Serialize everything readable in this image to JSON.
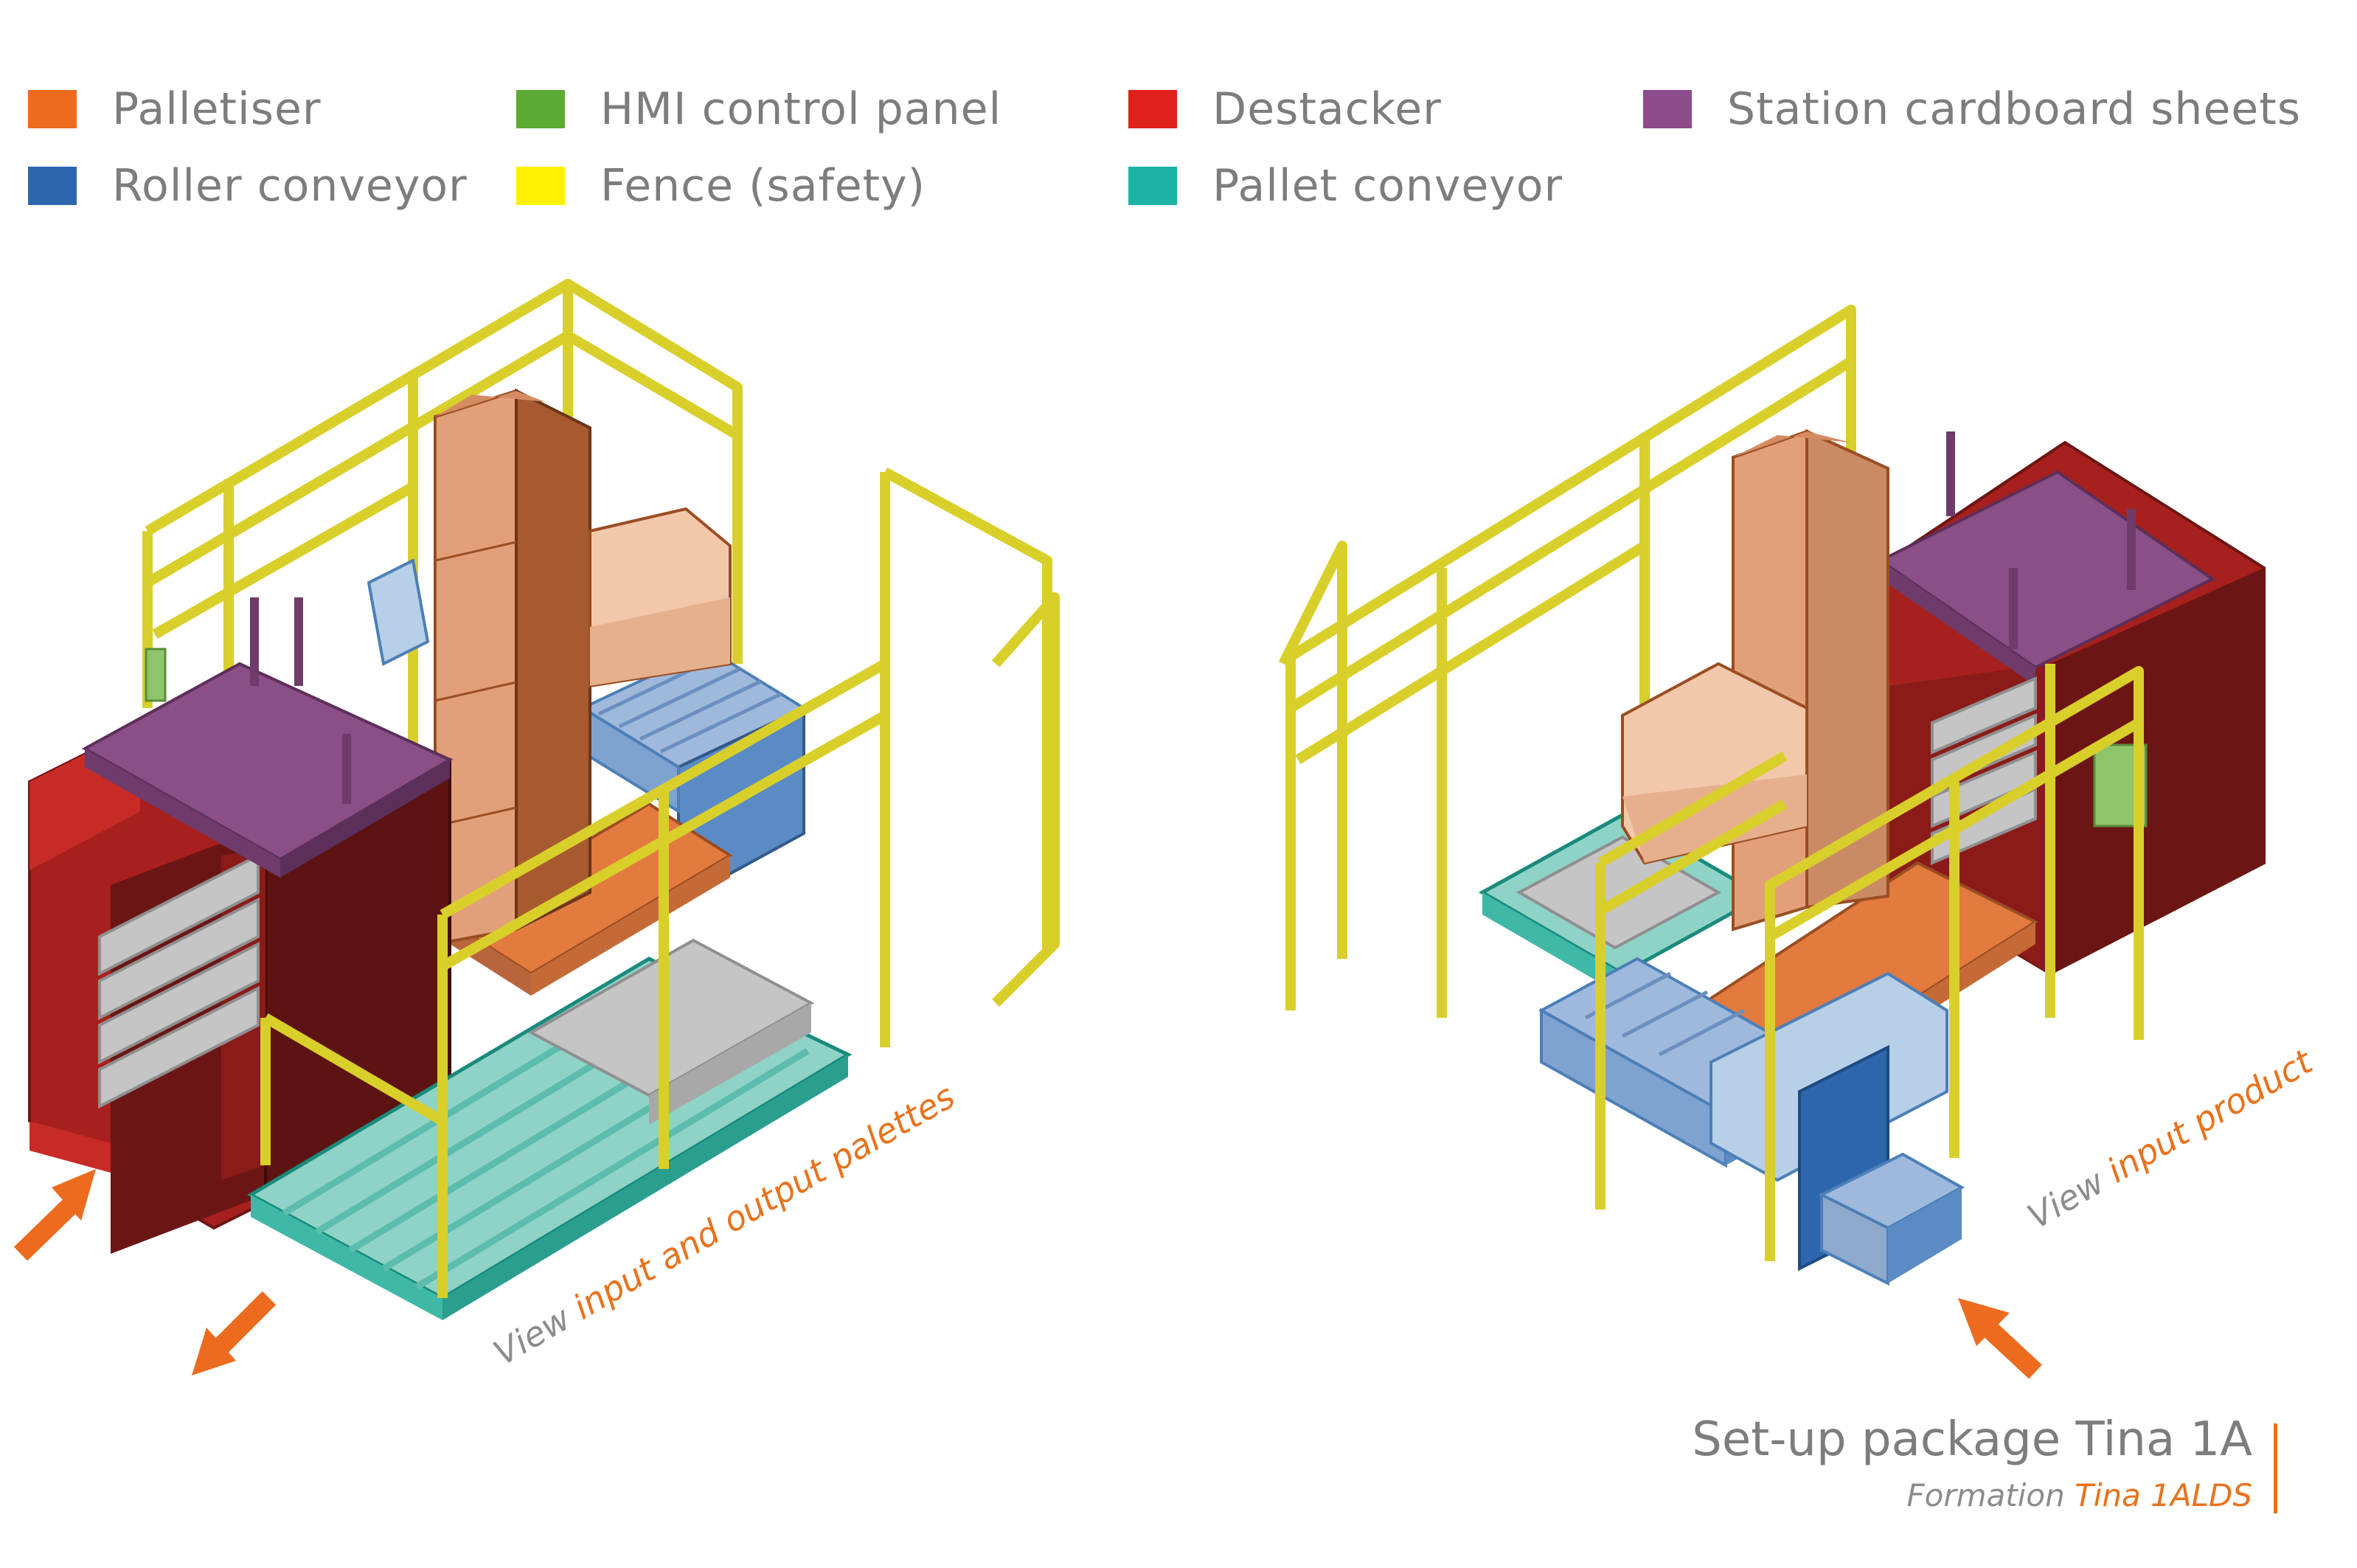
{
  "legend": {
    "items": [
      {
        "label": "Palletiser",
        "color": "#ec6b1e"
      },
      {
        "label": "Roller conveyor",
        "color": "#2e66ae"
      },
      {
        "label": "HMI control panel",
        "color": "#5cab35"
      },
      {
        "label": "Fence (safety)",
        "color": "#fff200"
      },
      {
        "label": "Destacker",
        "color": "#e0201b"
      },
      {
        "label": "Pallet conveyor",
        "color": "#1db3a4"
      },
      {
        "label": "Station cardboard sheets",
        "color": "#8e4b8c"
      }
    ]
  },
  "views": {
    "left": {
      "prefix": "View",
      "highlight": "input and output palettes"
    },
    "right": {
      "prefix": "View",
      "highlight": "input product"
    }
  },
  "title": {
    "main": "Set-up package Tina 1A",
    "sub_prefix": "Formation",
    "sub_highlight": "Tina 1ALDS"
  },
  "colors": {
    "accent": "#e8721c",
    "fence": "#d9cf2a",
    "destacker": "#a8201d",
    "destacker_dark": "#6b1614",
    "cardboard": "#8a4f86",
    "palletiser": "#e2a07a",
    "palletiser_dark": "#b8653c",
    "roller": "#9fb9dc",
    "roller_dark": "#4c7fb8",
    "pallet_conveyor": "#8fd3c7",
    "grey": "#b8b8b8",
    "hmi": "#8fc46a"
  }
}
